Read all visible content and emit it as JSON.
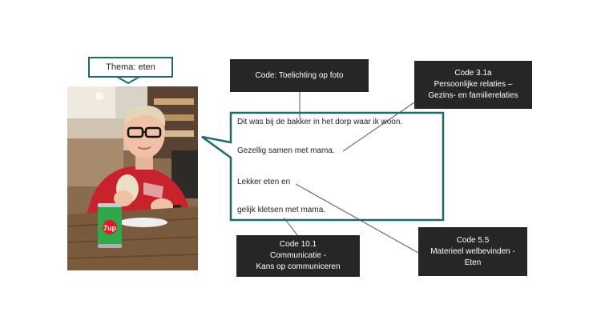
{
  "theme": {
    "label": "Thema: eten"
  },
  "quote": {
    "lines": [
      "Dit was bij de bakker in het dorp waar ik woon.",
      "Gezellig samen met mama.",
      "Lekker eten en",
      "gelijk kletsen met mama."
    ]
  },
  "codes": {
    "photo_explanation": {
      "title": "Code: Toelichting op foto"
    },
    "code_3_1a": {
      "title": "Code 3.1a",
      "line1": "Persoonlijke relaties –",
      "line2": "Gezins- en familierelaties"
    },
    "code_10_1": {
      "title": "Code 10.1",
      "line1": "Communicatie -",
      "line2": "Kans op communiceren"
    },
    "code_5_5": {
      "title": "Code 5.5",
      "line1": "Materieel welbevinden -",
      "line2": "Eten"
    }
  },
  "photo": {
    "can_text": "7up"
  },
  "colors": {
    "teal": "#1c6a6b",
    "dark_box": "#262626"
  }
}
